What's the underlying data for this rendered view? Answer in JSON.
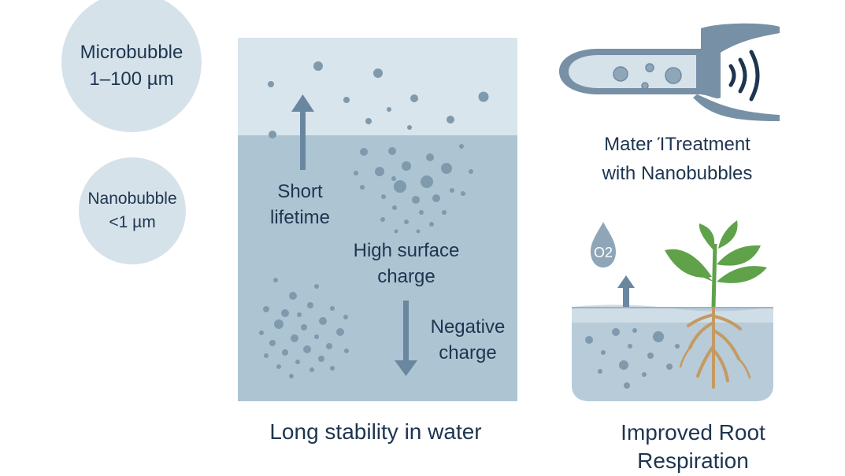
{
  "microbubble": {
    "name": "Microbubble",
    "size": "1–100 µm"
  },
  "nanobubble": {
    "name": "Nanobubble",
    "size": "<1 µm"
  },
  "tank": {
    "short_lifetime": [
      "Short",
      "lifetime"
    ],
    "high_surface_charge": [
      "High surface",
      "charge"
    ],
    "negative_charge": [
      "Negative",
      "charge"
    ],
    "caption": "Long stability in water"
  },
  "treatment": {
    "title": [
      "Mater ΊTreatment",
      "with Nanobubbles"
    ]
  },
  "root": {
    "o2_label": "O2",
    "caption": [
      "Improved Root",
      "Respiration"
    ]
  },
  "colors": {
    "tank_top": "#d9e5ec",
    "tank_water": "#adc4d3",
    "dot": "#7f99ad",
    "arrow": "#6a87a0",
    "text": "#1e3550",
    "leaf": "#5fa24a",
    "root": "#c49a63"
  }
}
